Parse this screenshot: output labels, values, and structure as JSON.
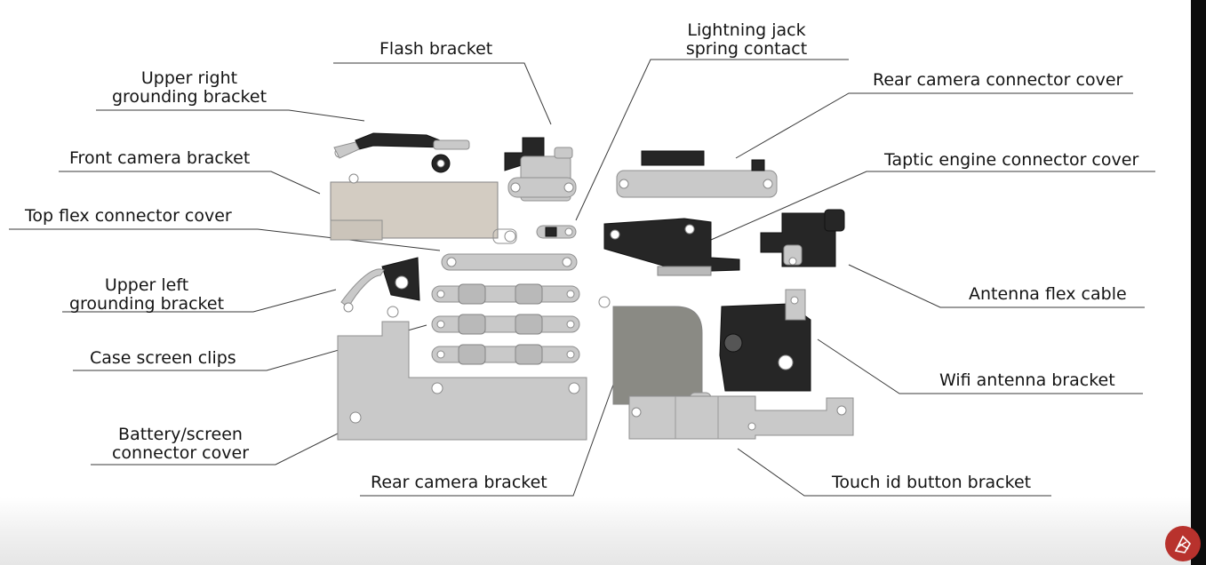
{
  "labels": {
    "flash_bracket": "Flash bracket",
    "lightning_jack_1": "Lightning jack",
    "lightning_jack_2": "spring contact",
    "upper_right_1": "Upper right",
    "upper_right_2": "grounding bracket",
    "rear_camera_connector_cover": "Rear camera connector cover",
    "front_camera_bracket": "Front camera bracket",
    "taptic_engine_connector_cover": "Taptic engine connector cover",
    "top_flex_connector_cover": "Top flex connector cover",
    "upper_left_1": "Upper left",
    "upper_left_2": "grounding bracket",
    "antenna_flex_cable": "Antenna flex cable",
    "case_screen_clips": "Case screen clips",
    "wifi_antenna_bracket": "Wifi antenna bracket",
    "battery_screen_1": "Battery/screen",
    "battery_screen_2": "connector cover",
    "rear_camera_bracket": "Rear camera bracket",
    "touch_id_button_bracket": "Touch id button bracket"
  },
  "colors": {
    "metal": "#c9c9c9",
    "dark_part": "#262626",
    "logo": "#b8322d",
    "rail": "#0c0c0c"
  },
  "icons": {
    "logo": "logo-badge-icon"
  }
}
